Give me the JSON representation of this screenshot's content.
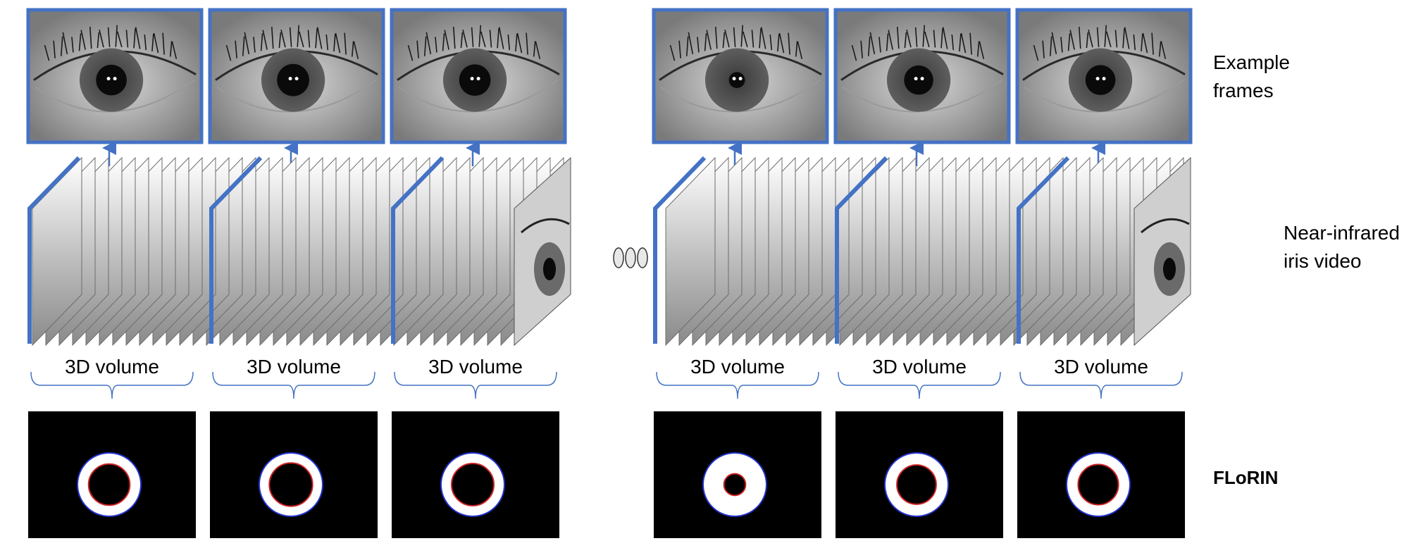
{
  "labels": {
    "example_frames_line1": "Example",
    "example_frames_line2": "frames",
    "video_line1": "Near-infrared",
    "video_line2": "iris video",
    "method": "FLoRIN"
  },
  "volume_label": "3D volume",
  "volumes": [
    {
      "label": "3D volume",
      "pupil": 0.42
    },
    {
      "label": "3D volume",
      "pupil": 0.44
    },
    {
      "label": "3D volume",
      "pupil": 0.43
    },
    {
      "label": "3D volume",
      "pupil": 0.22
    },
    {
      "label": "3D volume",
      "pupil": 0.4
    },
    {
      "label": "3D volume",
      "pupil": 0.41
    }
  ],
  "colors": {
    "accent": "#4472C4",
    "mask_iris": "#ffffff",
    "mask_background": "#000000",
    "mask_outer_boundary": "#2233cc",
    "mask_inner_boundary": "#cc2222"
  }
}
